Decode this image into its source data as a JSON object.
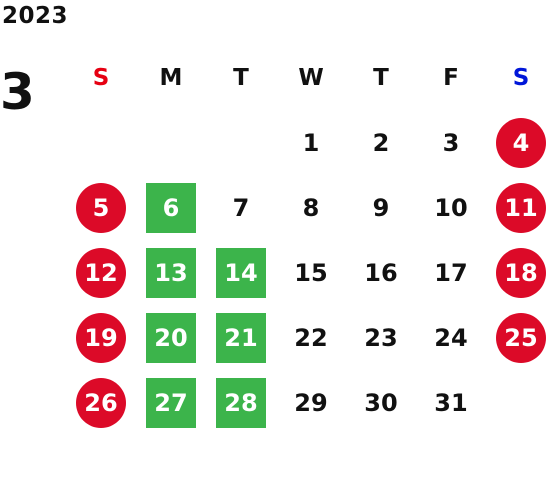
{
  "year": "2023",
  "month": "3",
  "colors": {
    "text": "#111111",
    "sunday_header": "#e60012",
    "saturday_header": "#0016d9",
    "holiday_circle": "#dc0a28",
    "highlight_square": "#3cb44b"
  },
  "weekdays": [
    {
      "label": "S",
      "type": "sun"
    },
    {
      "label": "M",
      "type": "normal"
    },
    {
      "label": "T",
      "type": "normal"
    },
    {
      "label": "W",
      "type": "normal"
    },
    {
      "label": "T",
      "type": "normal"
    },
    {
      "label": "F",
      "type": "normal"
    },
    {
      "label": "S",
      "type": "sat"
    }
  ],
  "weeks": [
    [
      null,
      null,
      null,
      {
        "d": "1"
      },
      {
        "d": "2"
      },
      {
        "d": "3"
      },
      {
        "d": "4",
        "mark": "circle"
      }
    ],
    [
      {
        "d": "5",
        "mark": "circle"
      },
      {
        "d": "6",
        "mark": "square"
      },
      {
        "d": "7"
      },
      {
        "d": "8"
      },
      {
        "d": "9"
      },
      {
        "d": "10"
      },
      {
        "d": "11",
        "mark": "circle"
      }
    ],
    [
      {
        "d": "12",
        "mark": "circle"
      },
      {
        "d": "13",
        "mark": "square"
      },
      {
        "d": "14",
        "mark": "square"
      },
      {
        "d": "15"
      },
      {
        "d": "16"
      },
      {
        "d": "17"
      },
      {
        "d": "18",
        "mark": "circle"
      }
    ],
    [
      {
        "d": "19",
        "mark": "circle"
      },
      {
        "d": "20",
        "mark": "square"
      },
      {
        "d": "21",
        "mark": "square"
      },
      {
        "d": "22"
      },
      {
        "d": "23"
      },
      {
        "d": "24"
      },
      {
        "d": "25",
        "mark": "circle"
      }
    ],
    [
      {
        "d": "26",
        "mark": "circle"
      },
      {
        "d": "27",
        "mark": "square"
      },
      {
        "d": "28",
        "mark": "square"
      },
      {
        "d": "29"
      },
      {
        "d": "30"
      },
      {
        "d": "31"
      },
      null
    ]
  ]
}
